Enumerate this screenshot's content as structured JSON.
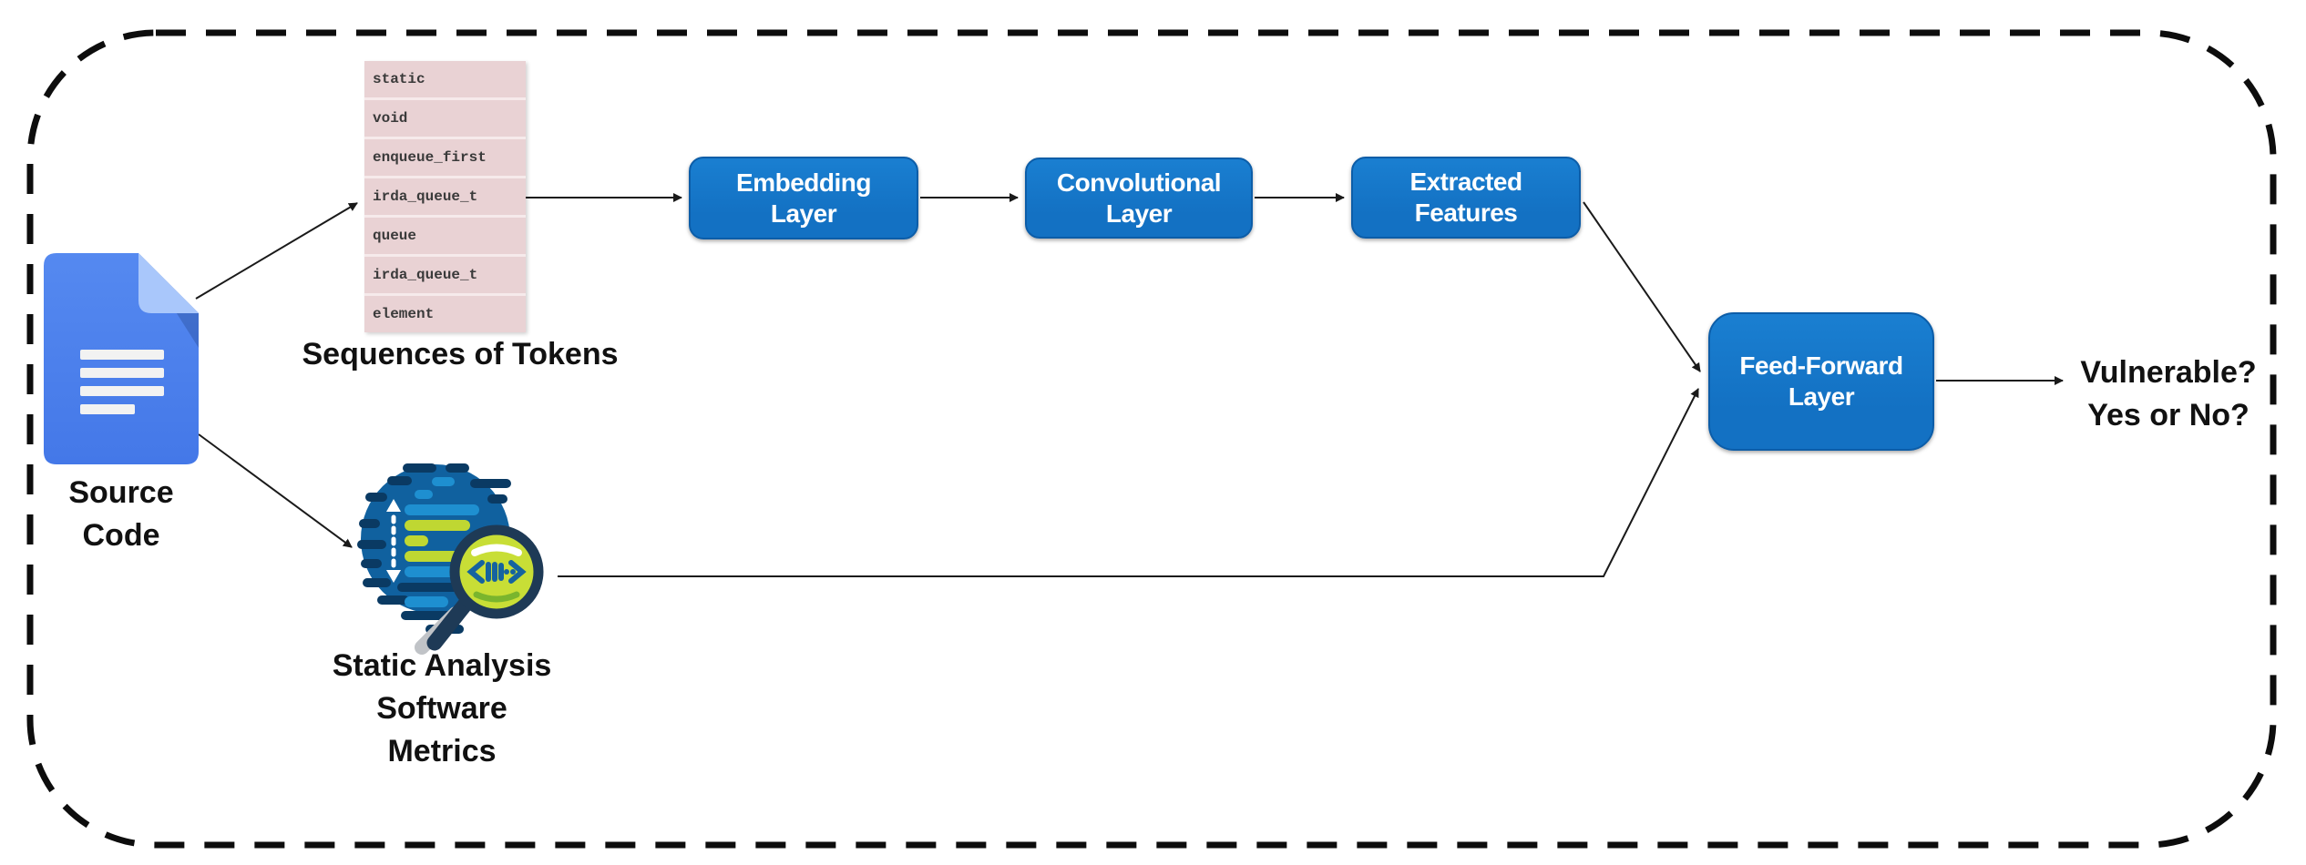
{
  "title": "Vulnerability detection pipeline diagram",
  "palette": {
    "box_blue": "#1371c3",
    "token_bg": "#e9d2d4",
    "token_row_divider": "#f6eaeb",
    "doc_blue": "#4c83ee",
    "doc_fold": "#a9c7fb",
    "icon_circle_blue": "#10619f",
    "icon_navy": "#0a3a63",
    "icon_light_blue": "#1e8fd0",
    "icon_lime": "#bfd732",
    "arrow_color": "#1a1a1a"
  },
  "nodes": {
    "source": {
      "label": "Source\nCode"
    },
    "tokens": {
      "label": "Sequences of Tokens",
      "items": [
        "static",
        "void",
        "enqueue_first",
        "irda_queue_t",
        "queue",
        "irda_queue_t",
        "element"
      ]
    },
    "embedding": {
      "label": "Embedding\nLayer"
    },
    "convolutional": {
      "label": "Convolutional\nLayer"
    },
    "extracted": {
      "label": "Extracted\nFeatures"
    },
    "feedforward": {
      "label": "Feed-Forward\nLayer"
    },
    "static_metrics": {
      "label": "Static Analysis\nSoftware\nMetrics"
    },
    "output": {
      "label": "Vulnerable?\nYes or No?"
    }
  },
  "icons": {
    "source_document": "blue-document-icon",
    "static_analysis": "code-magnifier-icon"
  }
}
